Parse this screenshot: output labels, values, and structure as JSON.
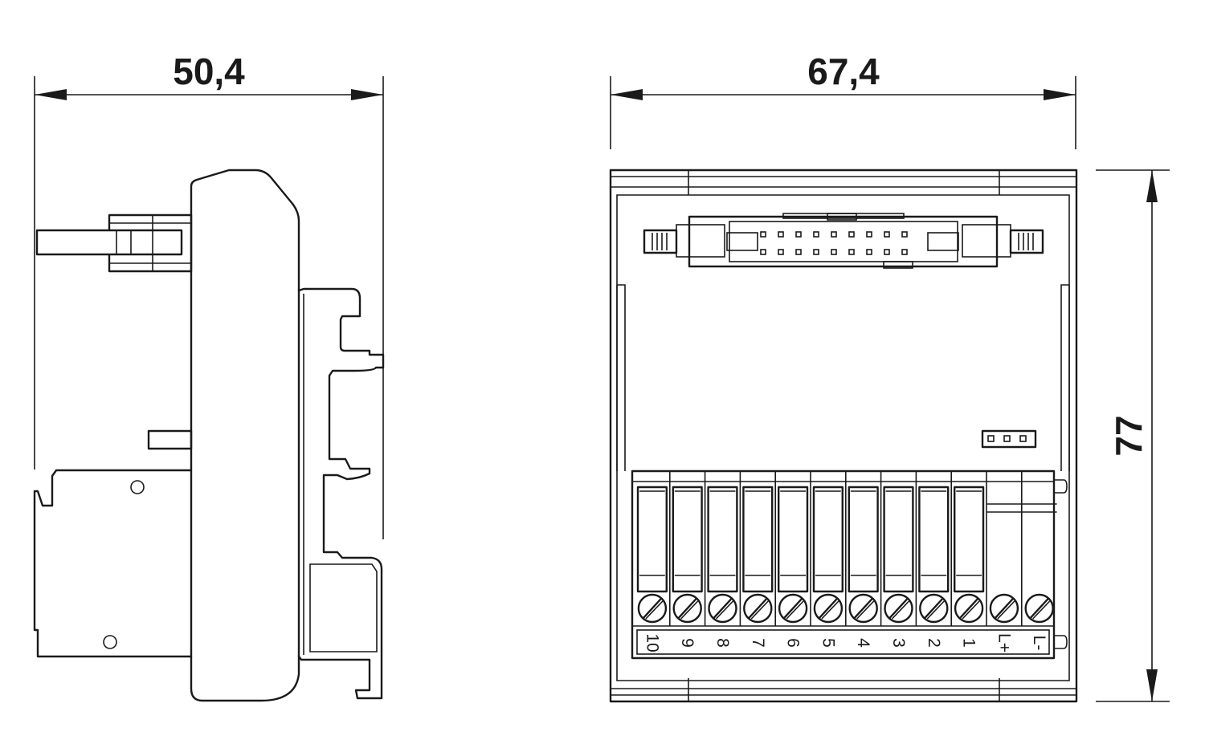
{
  "dimensions": {
    "side_width": "50,4",
    "front_width": "67,4",
    "height": "77"
  },
  "terminal_labels": [
    "10",
    "9",
    "8",
    "7",
    "6",
    "5",
    "4",
    "3",
    "2",
    "1",
    "L+",
    "L-"
  ]
}
